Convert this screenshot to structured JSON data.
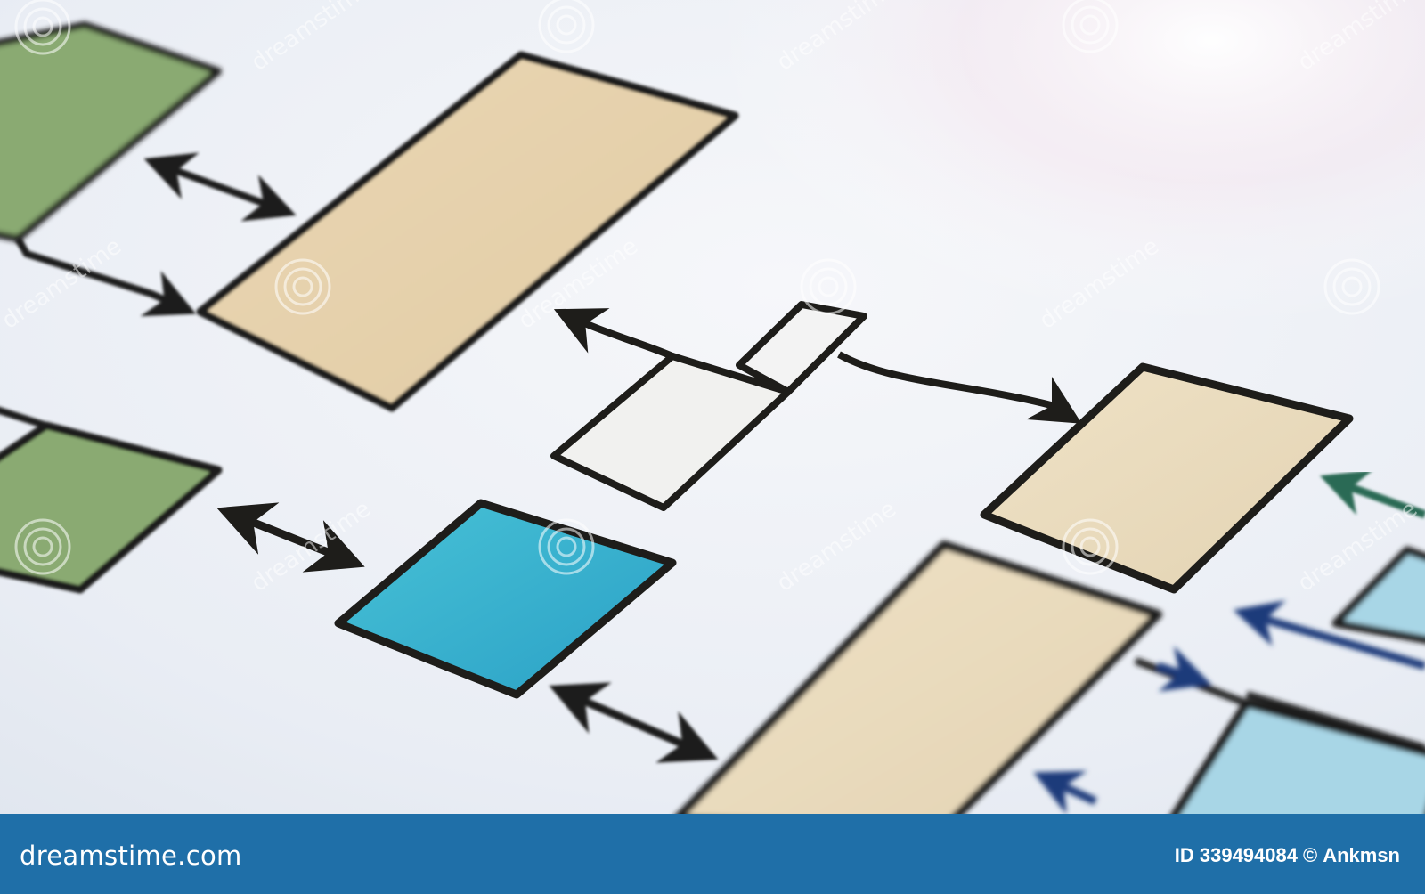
{
  "footer": {
    "site": "dreamstime.com",
    "image_id": "ID 339494084",
    "copyright_symbol": "©",
    "author": "Ankmsn",
    "background_color": "#1f6fa8"
  },
  "watermark": {
    "text": "dreamstime",
    "icon": "spiral-logo-icon"
  },
  "diagram": {
    "box_colors": {
      "green": "#8aaa72",
      "beige": "#e6d2ad",
      "white": "#f1f1ef",
      "cyan": "#3fb3cb",
      "light_blue": "#a8d6e6"
    },
    "outline_color": "#1e1d1a",
    "arrow_accent": "#1d3b7a"
  }
}
